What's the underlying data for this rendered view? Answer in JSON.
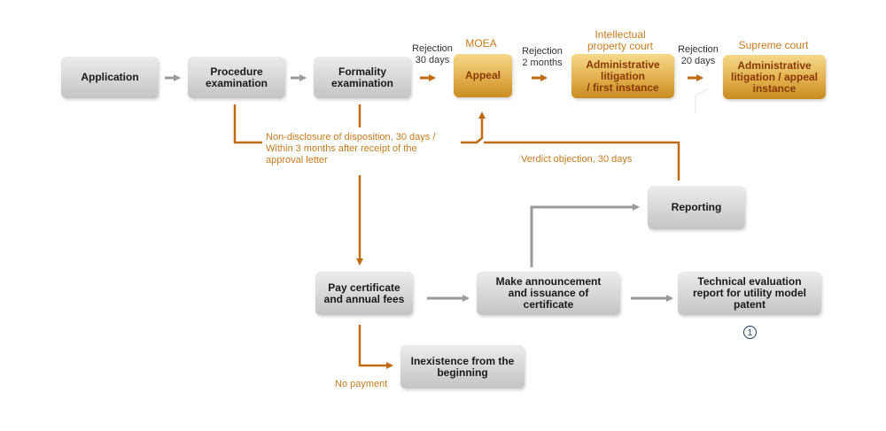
{
  "colors": {
    "grey_flow": "#9a9a9a",
    "orange_flow": "#c06a14",
    "gold_box": "#e2b04e"
  },
  "boxes": {
    "application": "Application",
    "procedure": "Procedure\nexamination",
    "formality": "Formality\nexamination",
    "appeal": "Appeal",
    "admin_first": "Administrative\nlitigation\n/ first instance",
    "admin_appeal": "Administrative\nlitigation / appeal\ninstance",
    "reporting": "Reporting",
    "pay_fees": "Pay certificate\nand annual fees",
    "announcement": "Make announcement\nand issuance of\ncertificate",
    "technical_report": "Technical evaluation\nreport for utility model\npatent",
    "inexistence": "Inexistence from the\nbeginning"
  },
  "labels": {
    "rejection_30": "Rejection\n30 days",
    "rejection_2m": "Rejection\n2 months",
    "rejection_20": "Rejection\n20 days",
    "moea": "MOEA",
    "ip_court": "Intellectual\nproperty court",
    "supreme_court": "Supreme court",
    "non_disclosure": "Non-disclosure of disposition, 30 days /\nWithin 3 months after receipt of the\n approval letter",
    "verdict_objection": "Verdict objection, 30 days",
    "no_payment": "No payment",
    "circled_one": "1"
  }
}
